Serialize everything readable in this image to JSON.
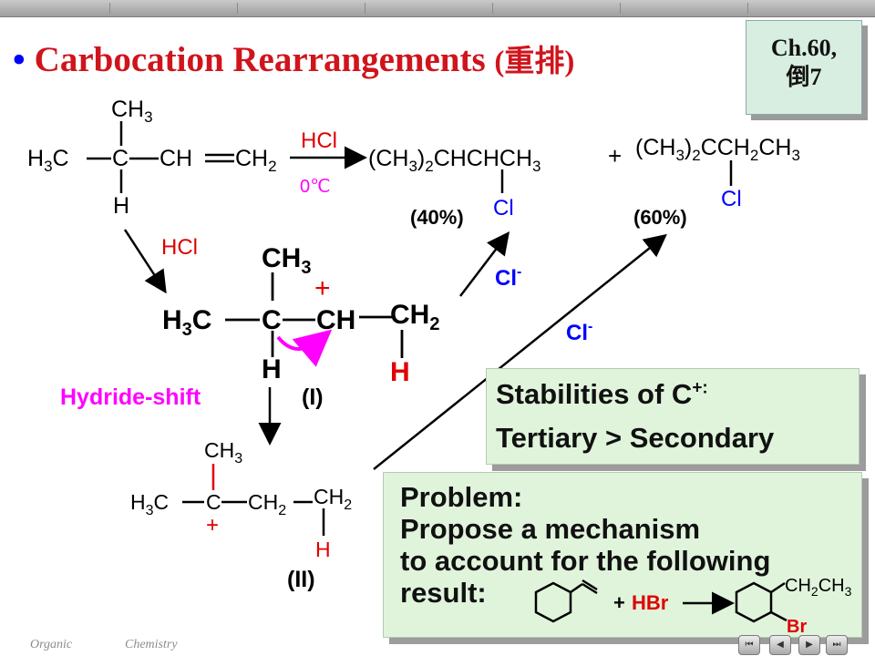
{
  "title": {
    "bullet": "•",
    "main": "Carbocation Rearrangements",
    "paren_open": "(",
    "zh": "重排",
    "paren_close": ")"
  },
  "badge": {
    "line1": "Ch.60,",
    "line2": "倒7"
  },
  "reaction": {
    "reagent": "HCl",
    "condition": "0℃",
    "product1_yield": "(40%)",
    "product2_yield": "(60%)",
    "cl_minus": "Cl",
    "minus_sign": "-",
    "hcl_side": "HCl",
    "hydride_shift": "Hydride-shift",
    "label_I": "(I)",
    "label_II": "(II)",
    "plus": "+",
    "hbr": "HBr"
  },
  "stabilities": {
    "line1": "Stabilities of C",
    "line1_sup": "+:",
    "line2": "Tertiary > Secondary"
  },
  "problem": {
    "line1": "Problem:",
    "line2": "Propose a mechanism",
    "line3": "to account for the following",
    "line4": "result:"
  },
  "footer": {
    "left": "Organic",
    "right": "Chemistry"
  },
  "nav": [
    "⏮",
    "◀",
    "▶",
    "⏭"
  ],
  "colors": {
    "title": "#d0141c",
    "blue": "#0000ff",
    "magenta": "#ff00ff",
    "red": "#e00000",
    "panel": "#e0f4dc"
  }
}
